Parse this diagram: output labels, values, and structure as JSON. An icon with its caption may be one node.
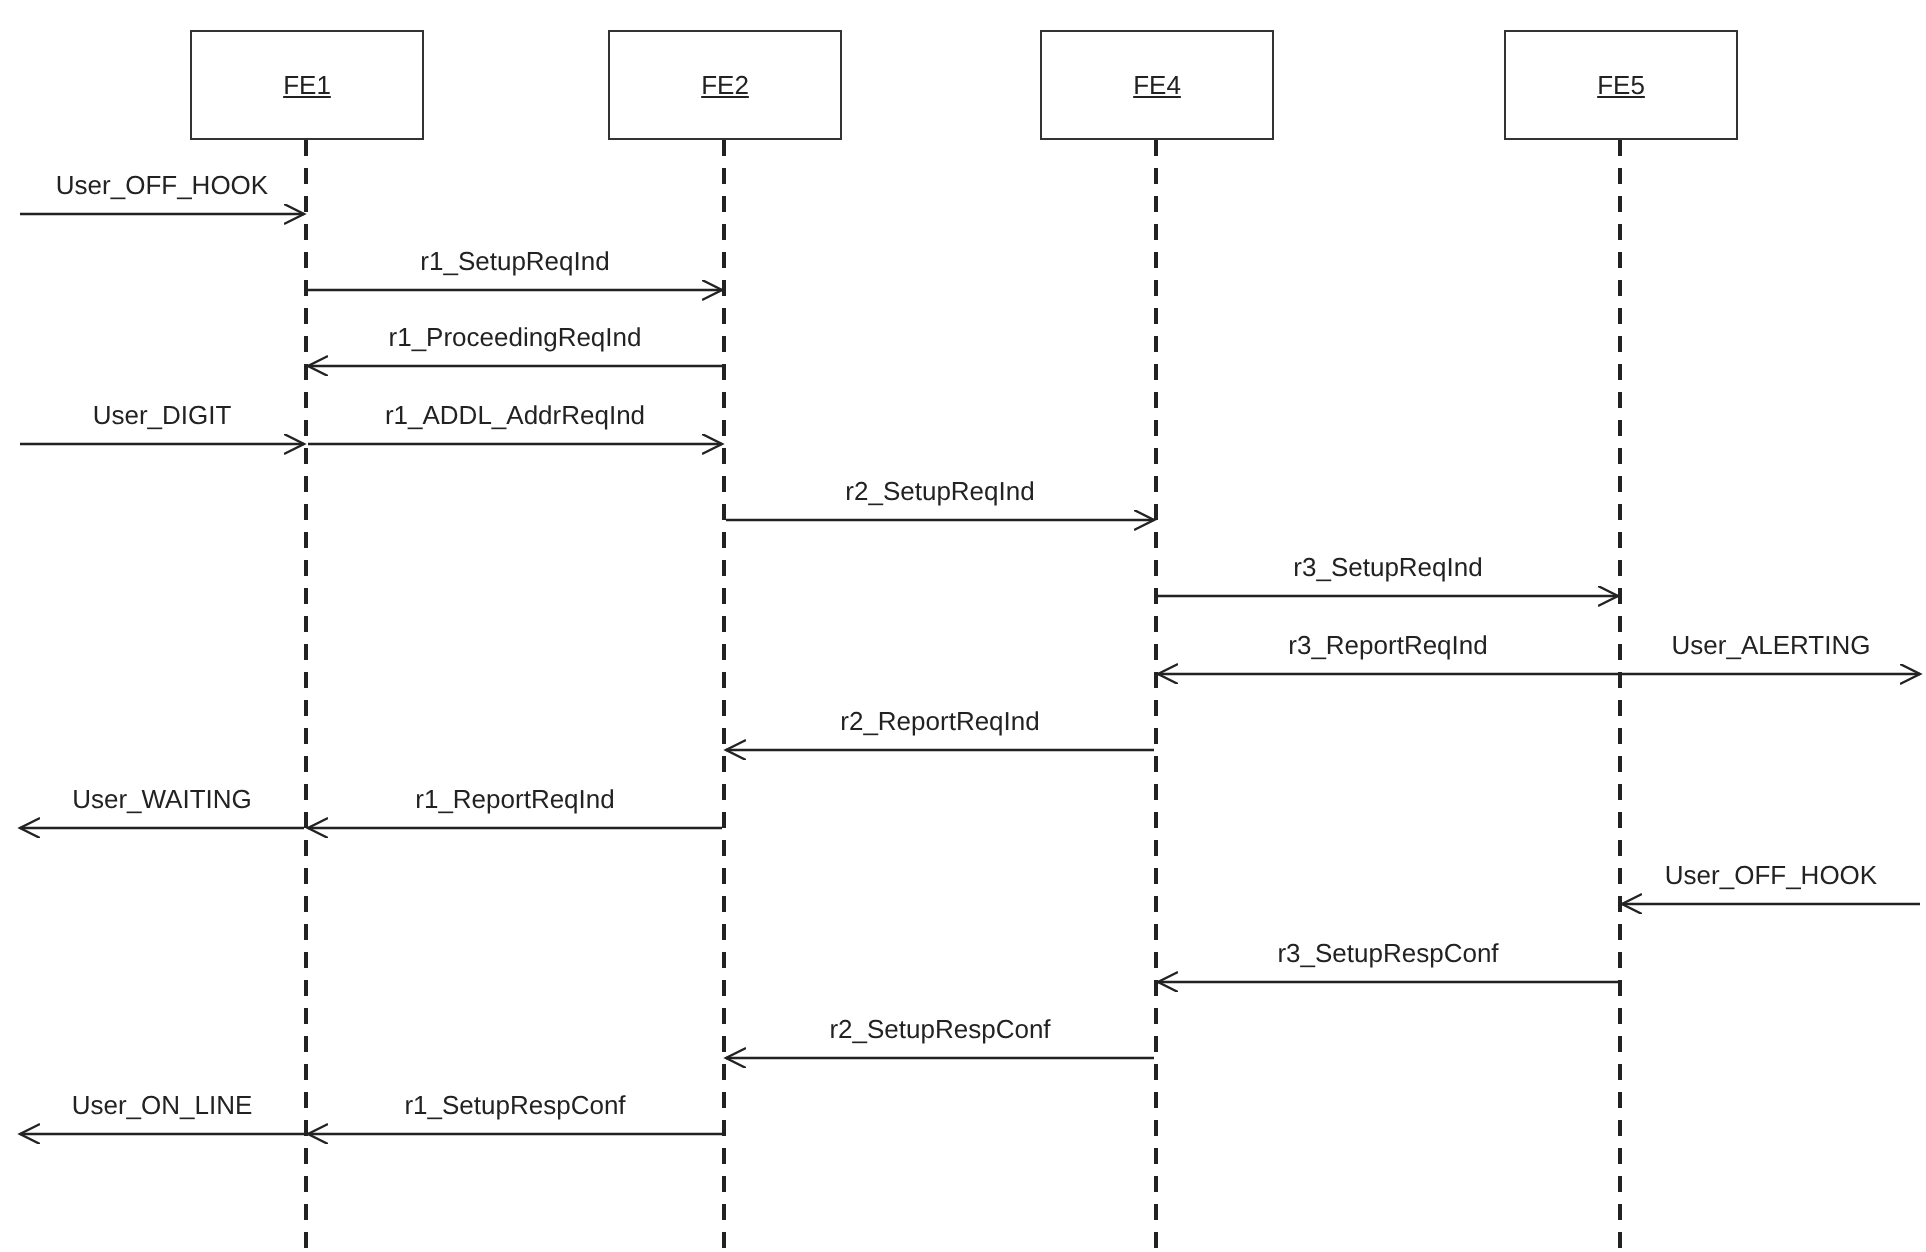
{
  "diagram": {
    "nodes": [
      {
        "text": [
          "FE1"
        ]
      },
      {
        "text": [
          "FE2"
        ]
      },
      {
        "text": [
          "FE4"
        ]
      },
      {
        "text": [
          "FE5"
        ]
      },
      {
        "text": [],
        "shape": "line"
      },
      {
        "text": [],
        "shape": "line"
      },
      {
        "text": [],
        "shape": "line"
      },
      {
        "text": [],
        "shape": "line"
      }
    ],
    "edges": [
      {
        "from": null,
        "to": 4,
        "arrow": "to",
        "label": "User_OFF_HOOK"
      },
      {
        "from": 4,
        "to": 5,
        "arrow": "to",
        "label": "r1_SetupReqInd"
      },
      {
        "from": 5,
        "to": 4,
        "arrow": "to",
        "label": "r1_ProceedingReqInd"
      },
      {
        "from": null,
        "to": 4,
        "arrow": "to",
        "label": "User_DIGIT"
      },
      {
        "from": 4,
        "to": 5,
        "arrow": "to",
        "label": "r1_ADDL_AddrReqInd"
      },
      {
        "from": 5,
        "to": 6,
        "arrow": "to",
        "label": "r2_SetupReqInd"
      },
      {
        "from": 6,
        "to": 7,
        "arrow": "to",
        "label": "r3_SetupReqInd"
      },
      {
        "from": 7,
        "to": 6,
        "arrow": "to",
        "label": "r3_ReportReqInd"
      },
      {
        "from": 7,
        "to": null,
        "arrow": "to",
        "label": "User_ALERTING"
      },
      {
        "from": 6,
        "to": 5,
        "arrow": "to",
        "label": "r2_ReportReqInd"
      },
      {
        "from": 5,
        "to": 4,
        "arrow": "to",
        "label": "r1_ReportReqInd"
      },
      {
        "from": 4,
        "to": null,
        "arrow": "to",
        "label": "User_WAITING"
      },
      {
        "from": null,
        "to": 7,
        "arrow": "to",
        "label": "User_OFF_HOOK"
      },
      {
        "from": 7,
        "to": 6,
        "arrow": "to",
        "label": "r3_SetupRespConf"
      },
      {
        "from": 6,
        "to": 5,
        "arrow": "to",
        "label": "r2_SetupRespConf"
      },
      {
        "from": 5,
        "to": 4,
        "arrow": "to",
        "label": "r1_SetupRespConf"
      },
      {
        "from": 4,
        "to": null,
        "arrow": "to",
        "label": "User_ON_LINE"
      }
    ]
  }
}
